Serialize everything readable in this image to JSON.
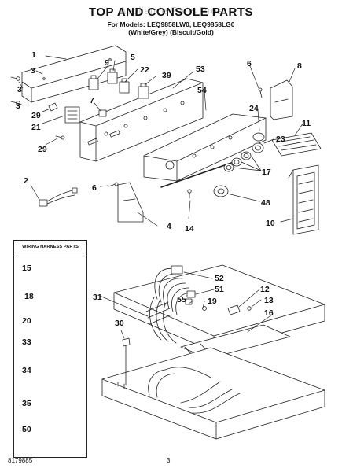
{
  "header": {
    "title": "TOP AND CONSOLE PARTS",
    "watermark": "Appliance Parts Pros",
    "for_models_line": "For Models: LEQ9858LW0, LEQ9858LG0",
    "colors_line": "(White/Grey)   (Biscuit/Gold)"
  },
  "legend": {
    "title": "WIRING HARNESS PARTS",
    "items": [
      "15",
      "18",
      "20",
      "33",
      "34",
      "35",
      "50"
    ]
  },
  "callouts": [
    "1",
    "3",
    "3",
    "29",
    "21",
    "29",
    "2",
    "9",
    "5",
    "7",
    "22",
    "39",
    "53",
    "54",
    "6",
    "8",
    "24",
    "11",
    "23",
    "17",
    "48",
    "6",
    "14",
    "4",
    "10",
    "52",
    "51",
    "19",
    "55",
    "31",
    "30",
    "12",
    "13",
    "16"
  ],
  "footer": {
    "doc_number": "8179885",
    "page_number": "3"
  }
}
